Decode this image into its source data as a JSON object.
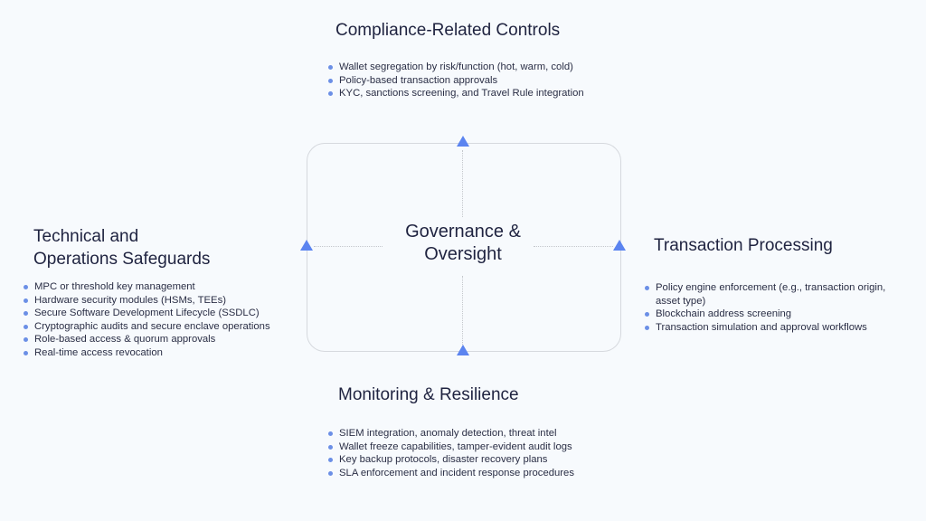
{
  "center": {
    "line1": "Governance &",
    "line2": "Oversight"
  },
  "compliance": {
    "title": "Compliance-Related Controls",
    "items": [
      "Wallet segregation by risk/function (hot, warm, cold)",
      "Policy-based transaction approvals",
      "KYC, sanctions screening, and Travel Rule integration"
    ]
  },
  "technical": {
    "title_line1": "Technical and",
    "title_line2": "Operations Safeguards",
    "items": [
      "MPC or threshold key management",
      "Hardware security modules (HSMs, TEEs)",
      "Secure Software Development Lifecycle (SSDLC)",
      "Cryptographic audits and secure enclave operations",
      "Role-based access & quorum approvals",
      "Real-time access revocation"
    ]
  },
  "transaction": {
    "title": "Transaction Processing",
    "items": [
      "Policy engine enforcement (e.g., transaction origin, asset type)",
      "Blockchain address screening",
      "Transaction simulation and approval workflows"
    ]
  },
  "monitoring": {
    "title": "Monitoring & Resilience",
    "items": [
      "SIEM integration, anomaly detection, threat intel",
      "Wallet freeze capabilities, tamper-evident audit logs",
      "Key backup protocols, disaster recovery plans",
      "SLA enforcement and incident response procedures"
    ]
  },
  "colors": {
    "accent": "#5b84f0",
    "text": "#1f2340",
    "background": "#f7fafd"
  }
}
